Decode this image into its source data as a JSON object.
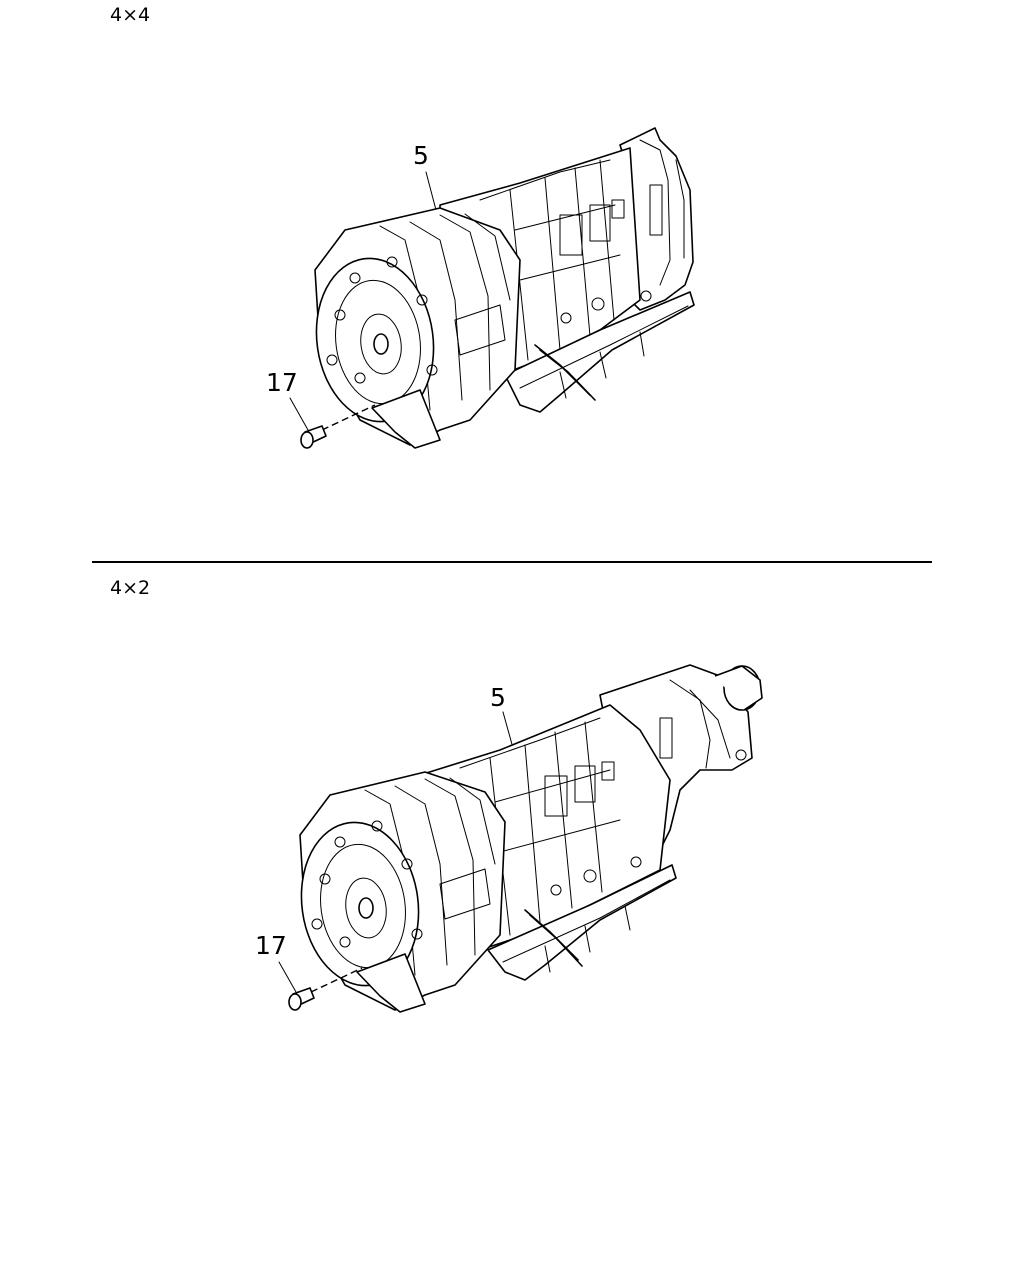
{
  "sections": [
    {
      "label": "4×4",
      "callouts": {
        "assembly": "5",
        "bolt": "17"
      }
    },
    {
      "label": "4×2",
      "callouts": {
        "assembly": "5",
        "bolt": "17"
      }
    }
  ]
}
